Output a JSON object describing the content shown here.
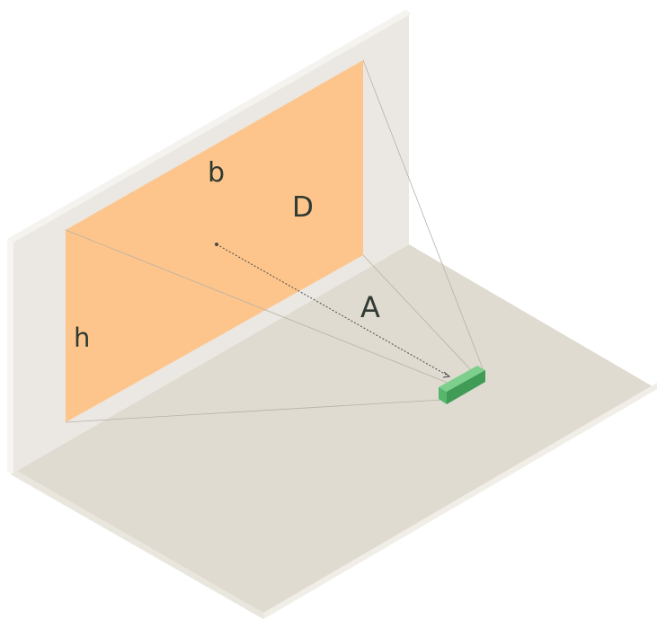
{
  "labels": {
    "screen_width": "b",
    "screen_diagonal": "D",
    "projection_distance": "A",
    "screen_height": "h"
  },
  "colors": {
    "background": "#ffffff",
    "wall_face": "#ebe7e2",
    "wall_edge": "#f5f3ef",
    "floor": "#dfdbd1",
    "floor_edge": "#ece9e2",
    "screen": "#fdc58b",
    "projector_top": "#7ccf8d",
    "projector_front": "#54b76b",
    "projector_side": "#3f9b55"
  },
  "icons": {
    "projector": "projector-icon"
  }
}
